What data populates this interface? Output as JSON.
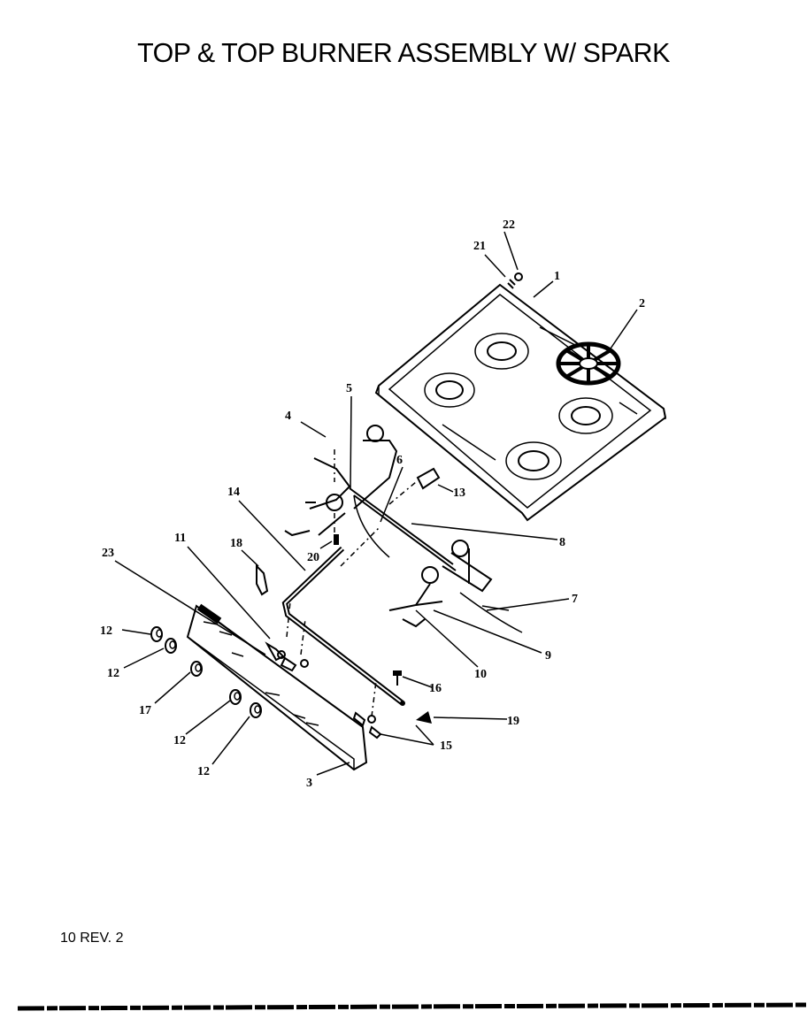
{
  "title": "TOP & TOP BURNER ASSEMBLY W/ SPARK",
  "footer": "10 REV. 2",
  "callouts": [
    "22",
    "21",
    "1",
    "2",
    "5",
    "4",
    "6",
    "13",
    "14",
    "11",
    "18",
    "20",
    "23",
    "8",
    "7",
    "12",
    "12",
    "17",
    "9",
    "10",
    "16",
    "19",
    "15",
    "12",
    "12",
    "3"
  ]
}
